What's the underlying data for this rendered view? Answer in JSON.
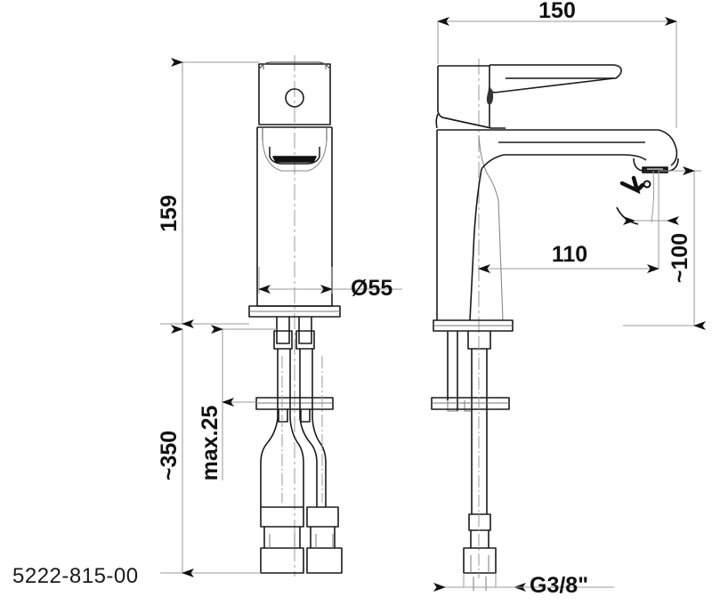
{
  "drawing": {
    "title": "Single-lever basin mixer technical dimension drawing",
    "part_number": "5222-815-00",
    "line_color": "#1a1a1a",
    "dimension_line_color": "#9a9a9a",
    "centerline_color": "#9a9a9a",
    "background": "#ffffff"
  },
  "views": {
    "front": {
      "name": "front-elevation"
    },
    "side": {
      "name": "side-elevation"
    }
  },
  "dimensions": {
    "height_body": {
      "label": "159",
      "view": "front",
      "orientation": "vertical"
    },
    "base_diameter": {
      "label": "Ø55",
      "view": "front",
      "orientation": "horizontal"
    },
    "hose_length": {
      "label": "~350",
      "view": "front",
      "orientation": "vertical"
    },
    "max_thickness": {
      "label": "max.25",
      "view": "front",
      "orientation": "vertical"
    },
    "overall_length": {
      "label": "150",
      "view": "side",
      "orientation": "horizontal"
    },
    "spout_reach": {
      "label": "110",
      "view": "side",
      "orientation": "horizontal"
    },
    "spout_height": {
      "label": "~100",
      "view": "side",
      "orientation": "vertical"
    },
    "connection_thread": {
      "label": "G3/8\"",
      "view": "side",
      "orientation": "horizontal"
    }
  }
}
